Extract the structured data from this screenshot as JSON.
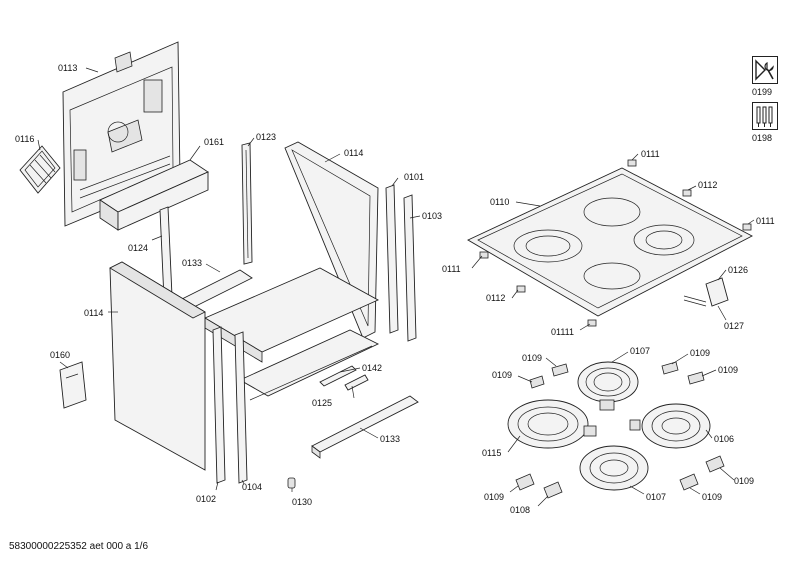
{
  "labels": {
    "p0113": "0113",
    "p0116": "0116",
    "p0161": "0161",
    "p0123": "0123",
    "p0114a": "0114",
    "p0101": "0101",
    "p0103": "0103",
    "p0124": "0124",
    "p0133a": "0133",
    "p0114b": "0114",
    "p0160": "0160",
    "p0142": "0142",
    "p0125": "0125",
    "p0133b": "0133",
    "p0102": "0102",
    "p0104": "0104",
    "p0130": "0130",
    "p0111a": "0111",
    "p0112a": "0112",
    "p0110": "0110",
    "p0111b": "0111",
    "p0111c": "0111",
    "p0112b": "0112",
    "p01111": "01111",
    "p0126": "0126",
    "p0127": "0127",
    "p0109a": "0109",
    "p0107a": "0107",
    "p0109b": "0109",
    "p0109c": "0109",
    "p0109d": "0109",
    "p0115": "0115",
    "p0106": "0106",
    "p0109e": "0109",
    "p0109f": "0109",
    "p0109g": "0109",
    "p0108": "0108",
    "p0107b": "0107"
  },
  "side_icons": {
    "service": "0199",
    "tools": "0198"
  },
  "footer": "58300000225352 aet 000 a 1/6"
}
